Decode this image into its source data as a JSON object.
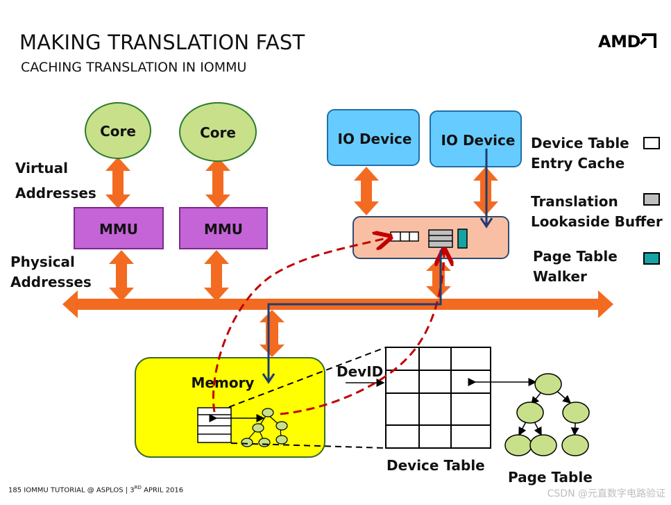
{
  "slide": {
    "title": "MAKING TRANSLATION FAST",
    "subtitle": "CACHING TRANSLATION IN IOMMU",
    "logo": "AMD",
    "footer_prefix": "185  IOMMU TUTORIAL @ ASPLOS | 3",
    "footer_sup": "RD",
    "footer_suffix": " APRIL 2016",
    "watermark": "CSDN @元直数字电路验证"
  },
  "diagram": {
    "cores": [
      "Core",
      "Core"
    ],
    "mmus": [
      "MMU",
      "MMU"
    ],
    "io_devices": [
      "IO Device",
      "IO Device"
    ],
    "label_virtual": [
      "Virtual",
      "Addresses"
    ],
    "label_physical": [
      "Physical",
      "Addresses"
    ],
    "memory_label": "Memory",
    "devid_label": "DevID",
    "device_table_label": "Device Table",
    "page_table_label": "Page Table"
  },
  "legend": [
    {
      "lines": [
        "Device Table",
        "Entry Cache"
      ],
      "swatch": "#ffffff"
    },
    {
      "lines": [
        "Translation",
        "Lookaside Buffer"
      ],
      "swatch": "#bfbfbf"
    },
    {
      "lines": [
        "Page Table",
        "Walker"
      ],
      "swatch": "#16a3a3"
    }
  ],
  "colors": {
    "core": "#c8e08a",
    "mmu": "#c464d6",
    "io_device": "#66ccff",
    "iommu": "#f9bfa4",
    "memory": "#ffff00",
    "bus": "#f26b21",
    "dashed_path": "#c00000",
    "walk_arrow": "#1f3b73"
  }
}
